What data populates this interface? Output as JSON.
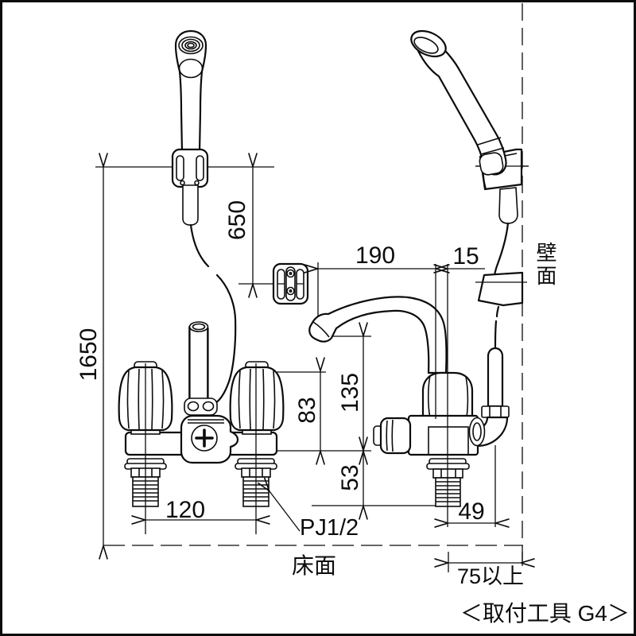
{
  "drawing": {
    "dimensions": {
      "total_height": "1650",
      "hanger_height": "650",
      "spout_reach": "190",
      "wall_offset": "15",
      "spout_height": "135",
      "handle_height": "83",
      "below_deck": "53",
      "leg_pitch": "120",
      "hose_offset": "49",
      "wall_clearance": "75以上",
      "thread_label": "PJ1/2"
    },
    "labels": {
      "wall": "壁面",
      "floor": "床面",
      "tool_note": "＜取付工具 G4＞"
    }
  }
}
